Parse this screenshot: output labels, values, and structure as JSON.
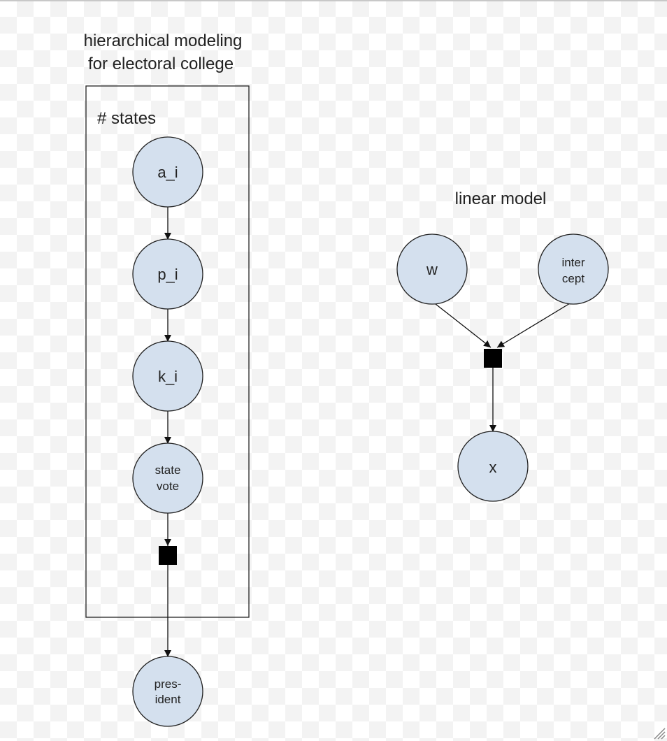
{
  "hierarchical": {
    "title_line1": "hierarchical modeling",
    "title_line2": "for electoral college",
    "plate_label": "# states",
    "nodes": {
      "a_i": "a_i",
      "p_i": "p_i",
      "k_i": "k_i",
      "state_vote_line1": "state",
      "state_vote_line2": "vote",
      "president_line1": "pres-",
      "president_line2": "ident"
    }
  },
  "linear": {
    "title": "linear model",
    "nodes": {
      "w": "w",
      "intercept_line1": "inter",
      "intercept_line2": "cept",
      "x": "x"
    }
  },
  "colors": {
    "node_fill": "#d4e0ee",
    "stroke": "#222222",
    "factor": "#000000"
  }
}
